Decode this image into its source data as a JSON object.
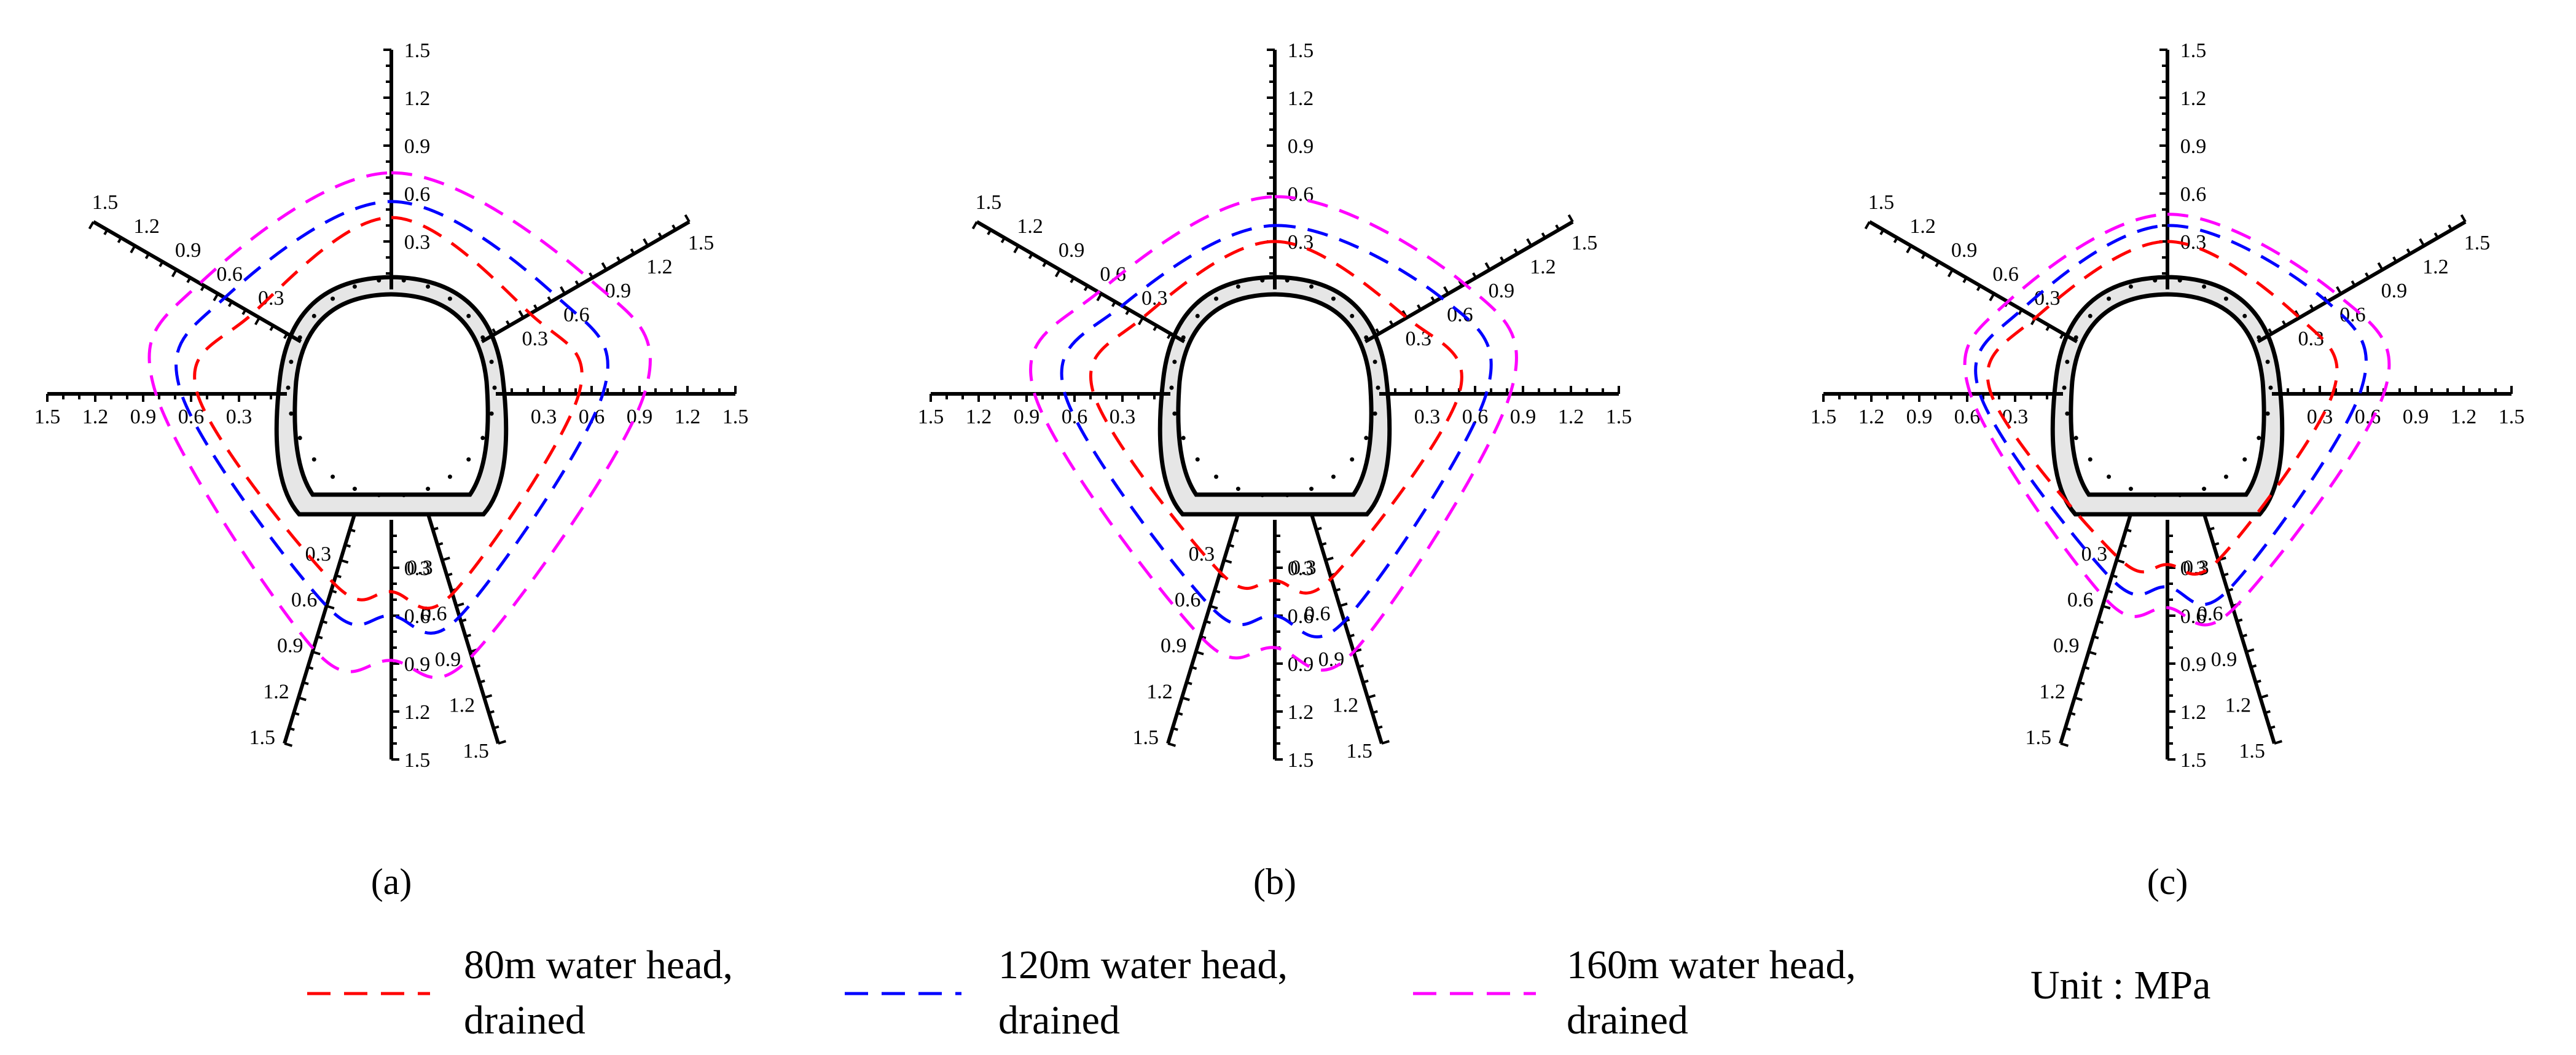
{
  "chart_data": {
    "type": "radar",
    "unit": "Unit : MPa",
    "axis_ticks": [
      "0.3",
      "0.6",
      "0.9",
      "1.2",
      "1.5"
    ],
    "axis_max": 1.5,
    "axes_deg": [
      90,
      30,
      0,
      -73,
      -90,
      -107,
      180,
      150
    ],
    "panels": [
      {
        "label": "(a)",
        "series": [
          {
            "name": "80m water head, drained",
            "color": "#ff0000",
            "values": [
              0.45,
              0.35,
              0.52,
              0.52,
              0.45,
              0.45,
              0.56,
              0.35
            ]
          },
          {
            "name": "120m water head, drained",
            "color": "#0000ff",
            "values": [
              0.55,
              0.55,
              0.67,
              0.67,
              0.6,
              0.6,
              0.66,
              0.55
            ]
          },
          {
            "name": "160m water head, drained",
            "color": "#ff00ff",
            "values": [
              0.73,
              0.78,
              0.93,
              0.93,
              0.88,
              0.88,
              0.82,
              0.73
            ]
          }
        ]
      },
      {
        "label": "(b)",
        "series": [
          {
            "name": "80m water head, drained",
            "color": "#ff0000",
            "values": [
              0.3,
              0.3,
              0.5,
              0.42,
              0.38,
              0.38,
              0.48,
              0.3
            ]
          },
          {
            "name": "120m water head, drained",
            "color": "#0000ff",
            "values": [
              0.4,
              0.55,
              0.67,
              0.7,
              0.6,
              0.6,
              0.66,
              0.45
            ]
          },
          {
            "name": "160m water head, drained",
            "color": "#ff00ff",
            "values": [
              0.58,
              0.72,
              0.82,
              0.9,
              0.8,
              0.8,
              0.85,
              0.62
            ]
          }
        ]
      },
      {
        "label": "(c)",
        "series": [
          {
            "name": "80m water head, drained",
            "color": "#ff0000",
            "values": [
              0.3,
              0.3,
              0.38,
              0.3,
              0.28,
              0.28,
              0.45,
              0.3
            ]
          },
          {
            "name": "120m water head, drained",
            "color": "#0000ff",
            "values": [
              0.4,
              0.5,
              0.55,
              0.5,
              0.42,
              0.42,
              0.52,
              0.4
            ]
          },
          {
            "name": "160m water head, drained",
            "color": "#ff00ff",
            "values": [
              0.47,
              0.58,
              0.7,
              0.62,
              0.55,
              0.55,
              0.58,
              0.5
            ]
          }
        ]
      }
    ]
  },
  "legend": [
    {
      "line1": "80m water head,",
      "line2": "drained",
      "color": "#ff0000"
    },
    {
      "line1": "120m water head,",
      "line2": "drained",
      "color": "#0000ff"
    },
    {
      "line1": "160m water head,",
      "line2": "drained",
      "color": "#ff00ff"
    }
  ]
}
